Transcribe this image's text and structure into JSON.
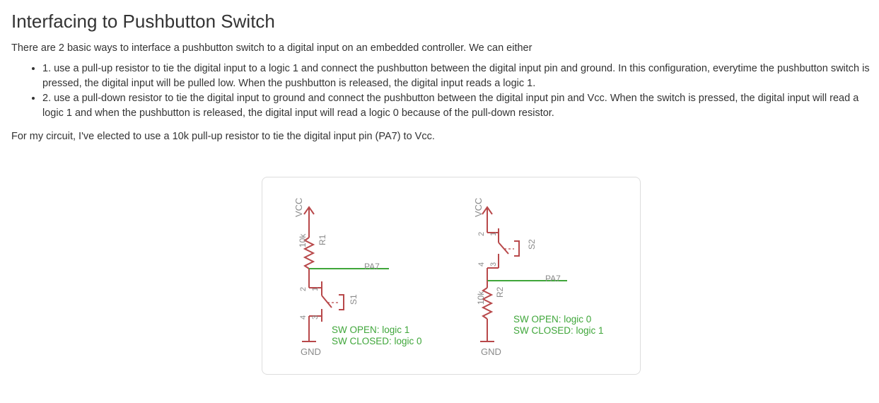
{
  "article": {
    "title": "Interfacing to Pushbutton Switch",
    "intro": "There are 2 basic ways to interface a pushbutton switch to a digital input on an embedded controller. We can either",
    "ways": [
      "1. use a pull-up resistor to tie the digital input to a logic 1 and connect the pushbutton between the digital input pin and ground. In this configuration, everytime the pushbutton switch is pressed, the digital input will be pulled low. When the pushbutton is released, the digital input reads a logic 1.",
      "2. use a pull-down resistor to tie the digital input to ground and connect the pushbutton between the digital input pin and Vcc. When the switch is pressed, the digital input will read a logic 1 and when the pushbutton is released, the digital input will read a logic 0 because of the pull-down resistor."
    ],
    "circuit_note": "For my circuit, I've elected to use a 10k pull-up resistor to tie the digital input pin (PA7) to Vcc."
  },
  "schematic": {
    "left": {
      "vcc": "VCC",
      "resistor_value": "10k",
      "resistor_name": "R1",
      "net": "PA7",
      "switch_name": "S1",
      "pin_1": "1",
      "pin_2": "2",
      "pin_3": "3",
      "pin_4": "4",
      "gnd": "GND",
      "note_open": "SW OPEN: logic 1",
      "note_closed": "SW CLOSED: logic 0"
    },
    "right": {
      "vcc": "VCC",
      "resistor_value": "10k",
      "resistor_name": "R2",
      "net": "PA7",
      "switch_name": "S2",
      "pin_1": "1",
      "pin_2": "2",
      "pin_3": "3",
      "pin_4": "4",
      "gnd": "GND",
      "note_open": "SW OPEN: logic 0",
      "note_closed": "SW CLOSED: logic 1"
    },
    "colors": {
      "wire_red": "#b8484a",
      "net_green": "#3fa63a",
      "label_gray": "#8a8a8a"
    }
  }
}
